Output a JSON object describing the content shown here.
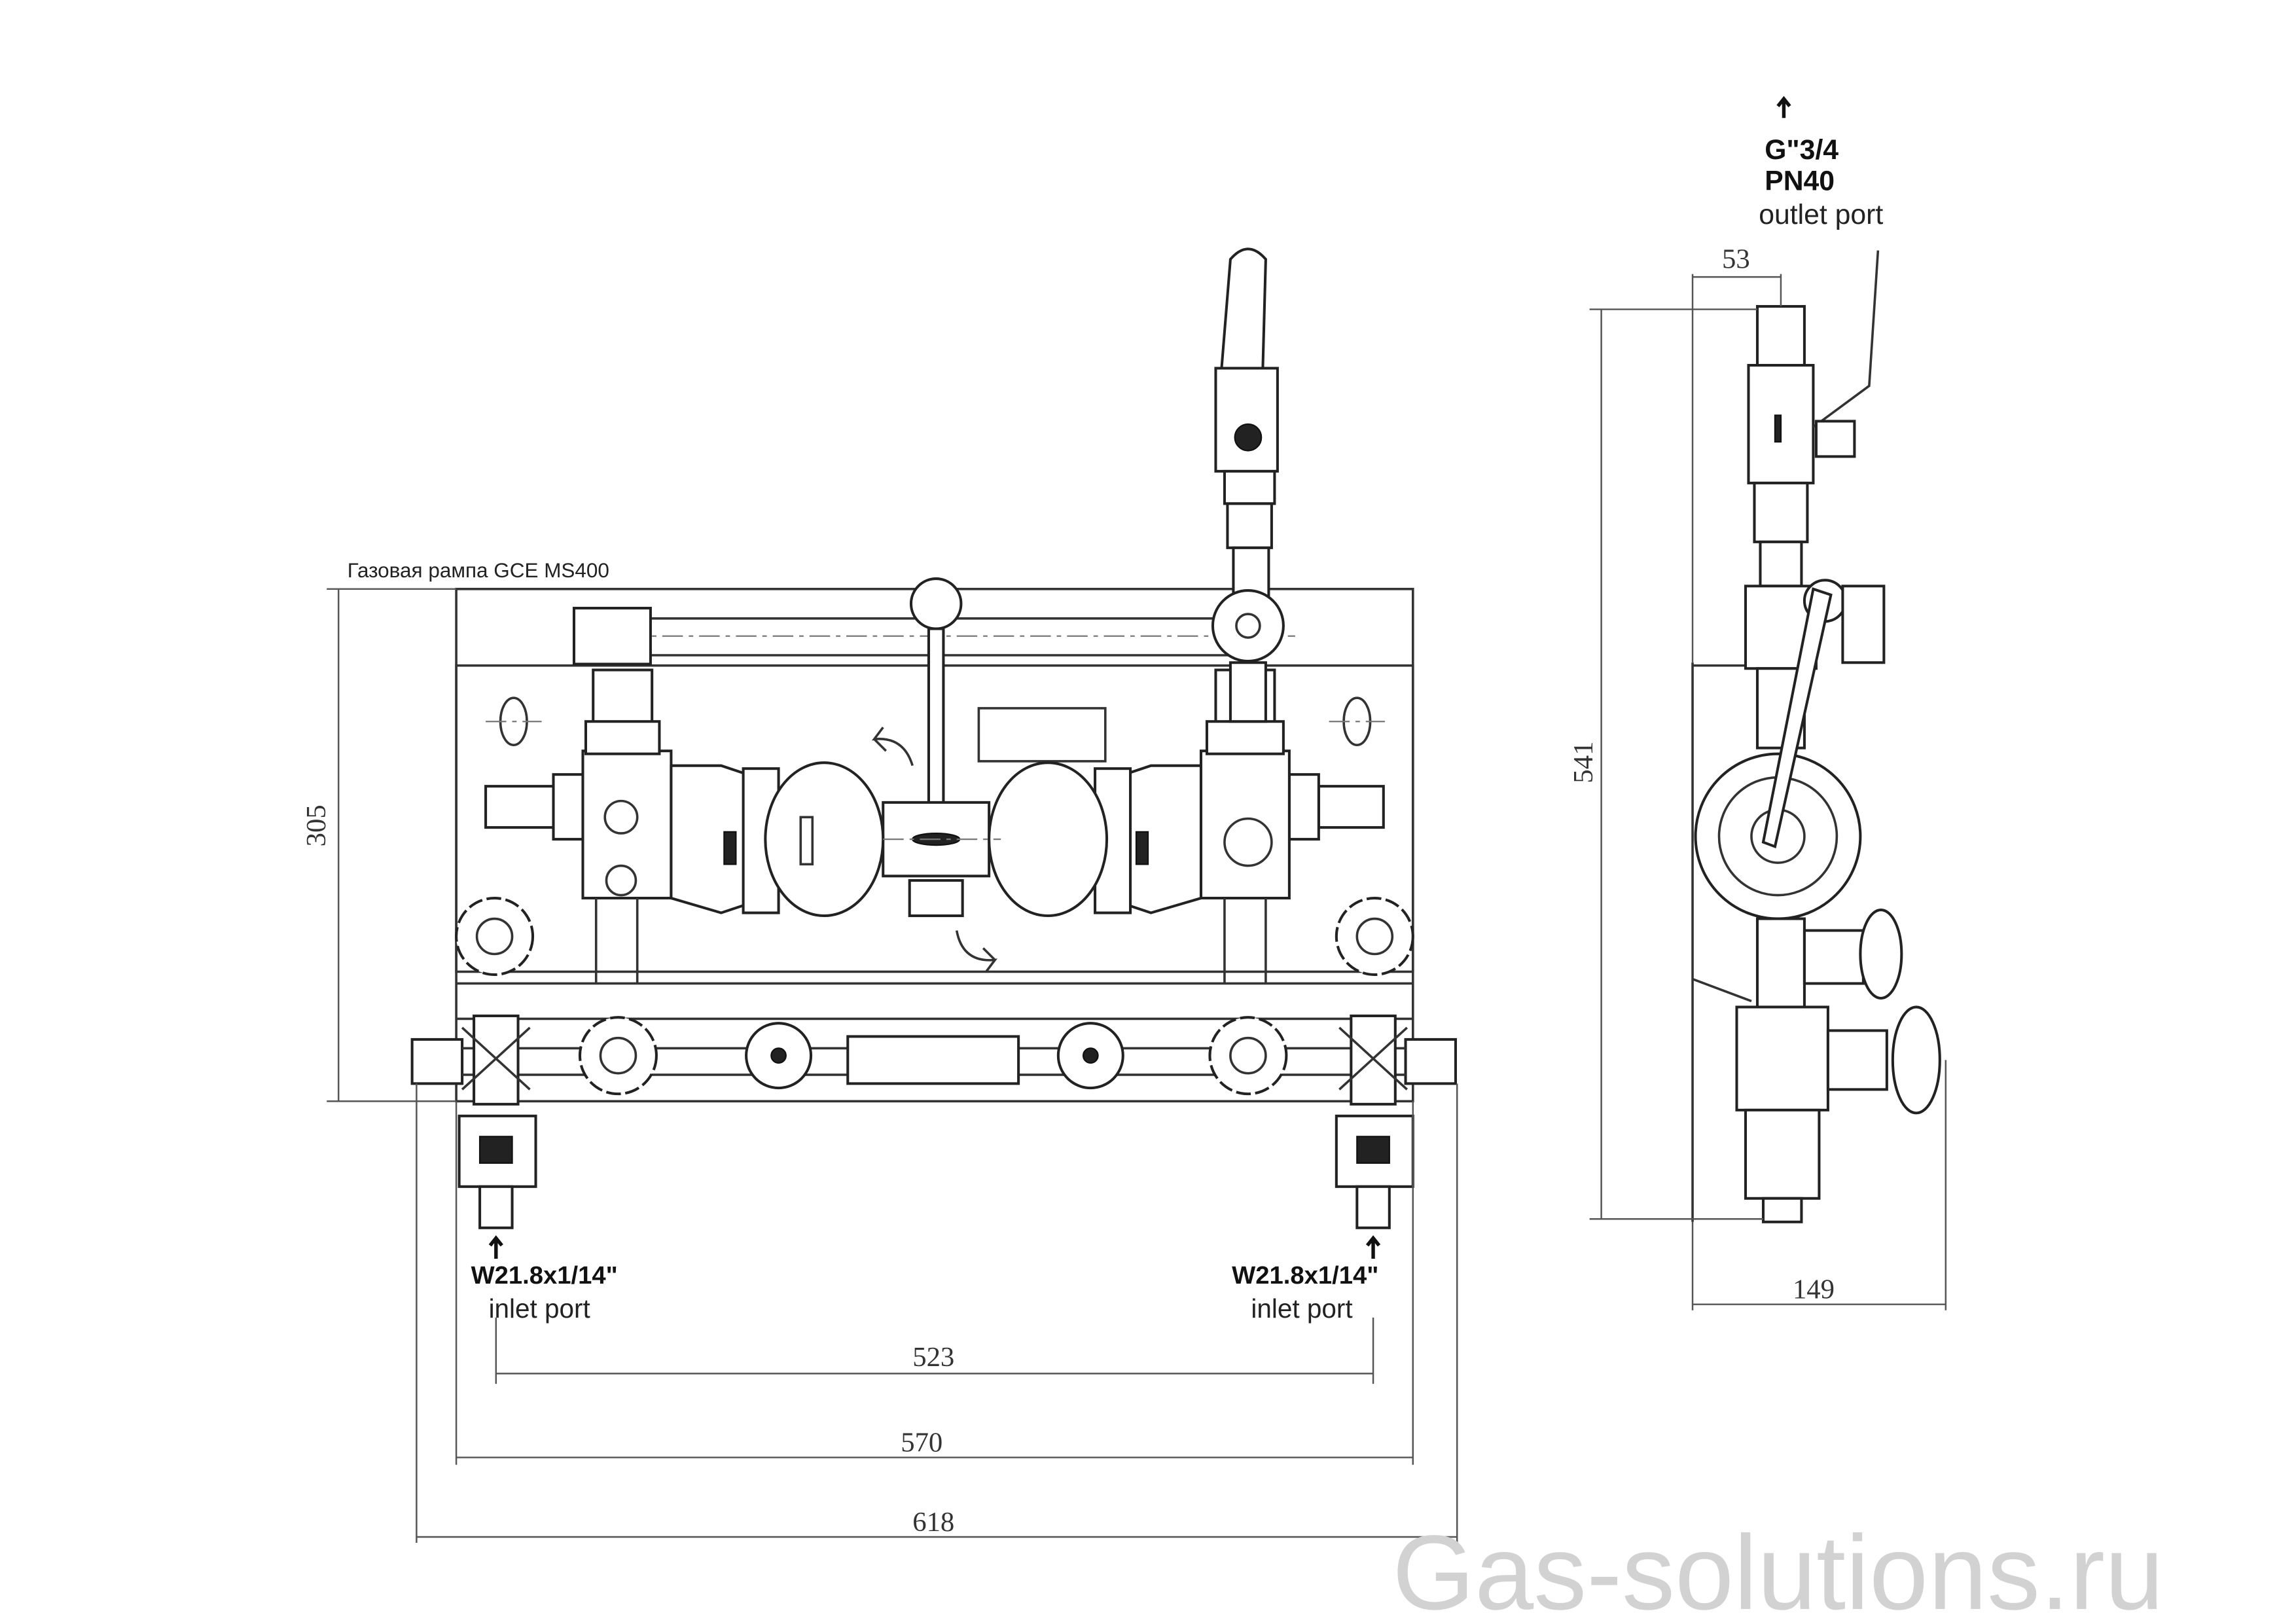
{
  "title": "Газовая рампа GCE MS400",
  "front_view": {
    "height_dim": "305",
    "left_inlet": {
      "thread": "W21.8x1/14\"",
      "label": "inlet port"
    },
    "right_inlet": {
      "thread": "W21.8x1/14\"",
      "label": "inlet port"
    },
    "dim_inlet_spacing": "523",
    "dim_panel_width": "570",
    "dim_overall_width": "618"
  },
  "side_view": {
    "outlet_thread": "G\"3/4",
    "outlet_pressure": "PN40",
    "outlet_label": "outlet port",
    "dim_outlet_offset": "53",
    "dim_height": "541",
    "dim_depth": "149"
  },
  "watermark": "Gas-solutions.ru",
  "colors": {
    "line": "#333333",
    "watermark": "#d2d2d2"
  }
}
